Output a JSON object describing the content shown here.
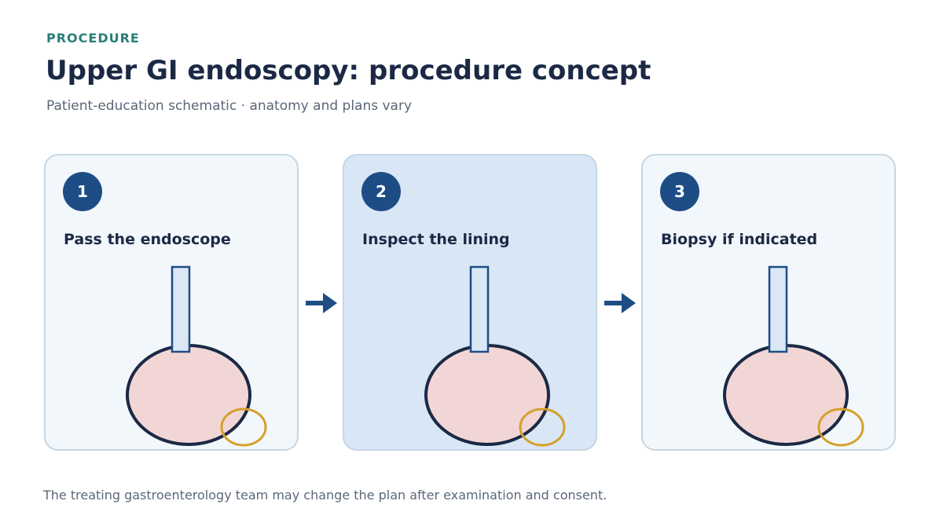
{
  "header": {
    "eyebrow": "PROCEDURE",
    "title": "Upper GI endoscopy: procedure concept",
    "subtitle": "Patient-education schematic · anatomy and plans vary"
  },
  "steps": [
    {
      "number": "1",
      "label": "Pass the endoscope",
      "highlighted": false
    },
    {
      "number": "2",
      "label": "Inspect the lining",
      "highlighted": true
    },
    {
      "number": "3",
      "label": "Biopsy if indicated",
      "highlighted": false
    }
  ],
  "footnote": "The treating gastroenterology team may change the plan after examination and consent.",
  "colors": {
    "accent": "#2a7f77",
    "badge": "#1e4d86",
    "stomach_fill": "#f2d6d6",
    "stomach_outline": "#1b2945",
    "focus_ring": "#d4a02a",
    "card_highlight": "#d9e6f5"
  }
}
